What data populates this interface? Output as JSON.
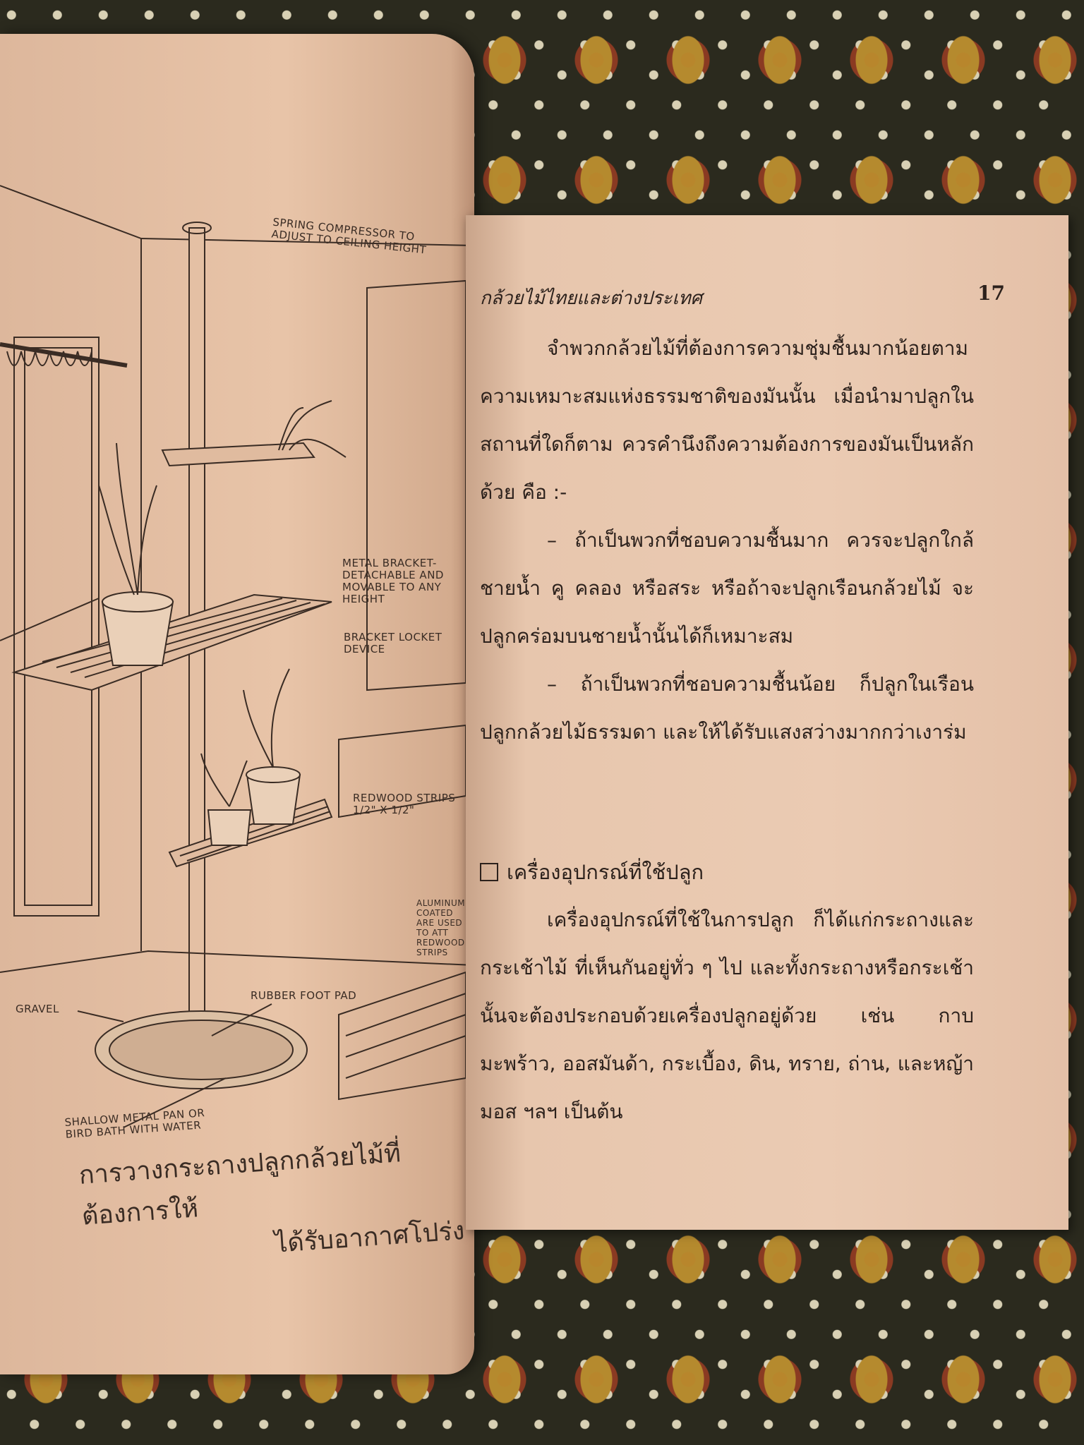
{
  "left_page": {
    "diagram_labels": {
      "spring": "SPRING COMPRESSOR TO\nADJUST TO CEILING HEIGHT",
      "metal_bracket": "METAL BRACKET-\nDETACHABLE AND\nMOVABLE TO ANY\nHEIGHT",
      "bracket_locket": "BRACKET LOCKET\nDEVICE",
      "redwood": "REDWOOD STRIPS 1/2\" X 1/2\"",
      "aluminum": "ALUMINUM COATED\nARE USED TO ATT\nREDWOOD STRIPS",
      "rubber": "RUBBER FOOT PAD",
      "gravel": "GRAVEL",
      "pan": "SHALLOW METAL PAN OR\nBIRD BATH WITH WATER"
    },
    "caption_line1": "การวางกระถางปลูกกล้วยไม้ที่ต้องการให้",
    "caption_line2": "ได้รับอากาศโปร่ง"
  },
  "right_page": {
    "running_head": "กล้วยไม้ไทยและต่างประเทศ",
    "page_number": "17",
    "paragraphs": [
      "จำพวกกล้วยไม้ที่ต้องการความชุ่มชื้นมากน้อยตามความเหมาะสมแห่งธรรมชาติของมันนั้น เมื่อนำมาปลูกในสถานที่ใดก็ตาม ควรคำนึงถึงความต้องการของมันเป็นหลักด้วย คือ :-",
      "– ถ้าเป็นพวกที่ชอบความชื้นมาก ควรจะปลูกใกล้ชายน้ำ คู คลอง หรือสระ หรือถ้าจะปลูกเรือนกล้วยไม้ จะปลูกคร่อมบนชายน้ำนั้นได้ก็เหมาะสม",
      "– ถ้าเป็นพวกที่ชอบความชื้นน้อย ก็ปลูกในเรือนปลูกกล้วยไม้ธรรมดา และให้ได้รับแสงสว่างมากกว่าเงาร่ม"
    ],
    "section_heading": "เครื่องอุปกรณ์ที่ใช้ปลูก",
    "section_paragraph": "เครื่องอุปกรณ์ที่ใช้ในการปลูก ก็ได้แก่กระถางและกระเช้าไม้ ที่เห็นกันอยู่ทั่ว ๆ ไป และทั้งกระถางหรือกระเช้านั้นจะต้องประกอบด้วยเครื่องปลูกอยู่ด้วย เช่น กาบมะพร้าว, ออสมันด้า, กระเบื้อง, ดิน, ทราย, ถ่าน, และหญ้ามอส ฯลฯ เป็นต้น"
  }
}
